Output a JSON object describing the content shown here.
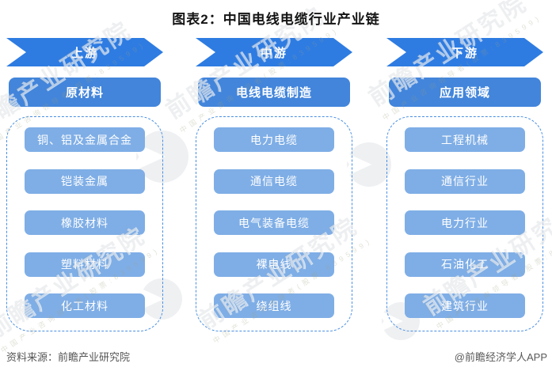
{
  "title": "图表2：中国电线电缆行业产业链",
  "columns": [
    {
      "stage": "上游",
      "category": "原材料",
      "items": [
        "铜、铝及金属合金",
        "铠装金属",
        "橡胶材料",
        "塑料材料",
        "化工材料"
      ]
    },
    {
      "stage": "中游",
      "category": "电线电缆制造",
      "items": [
        "电力电缆",
        "通信电缆",
        "电气装备电缆",
        "裸电线",
        "绕组线"
      ]
    },
    {
      "stage": "下游",
      "category": "应用领域",
      "items": [
        "工程机械",
        "通信行业",
        "电力行业",
        "石油化工",
        "建筑行业"
      ]
    }
  ],
  "footer": {
    "source": "资料来源：前瞻产业研究院",
    "credit": "@前瞻经济学人APP"
  },
  "watermark": {
    "text": "前瞻产业研究院",
    "subtext": "中国产业咨询领导者(股票:839599)"
  },
  "colors": {
    "stage_arrow_blue": "#2E7CE2",
    "category_blue": "#4285DB",
    "item_blue": "#7FAEE6",
    "dashed_border_blue": "#4A90E2",
    "box_text": "#FFFFFF",
    "title_text": "#141414",
    "footer_text": "#595959"
  }
}
